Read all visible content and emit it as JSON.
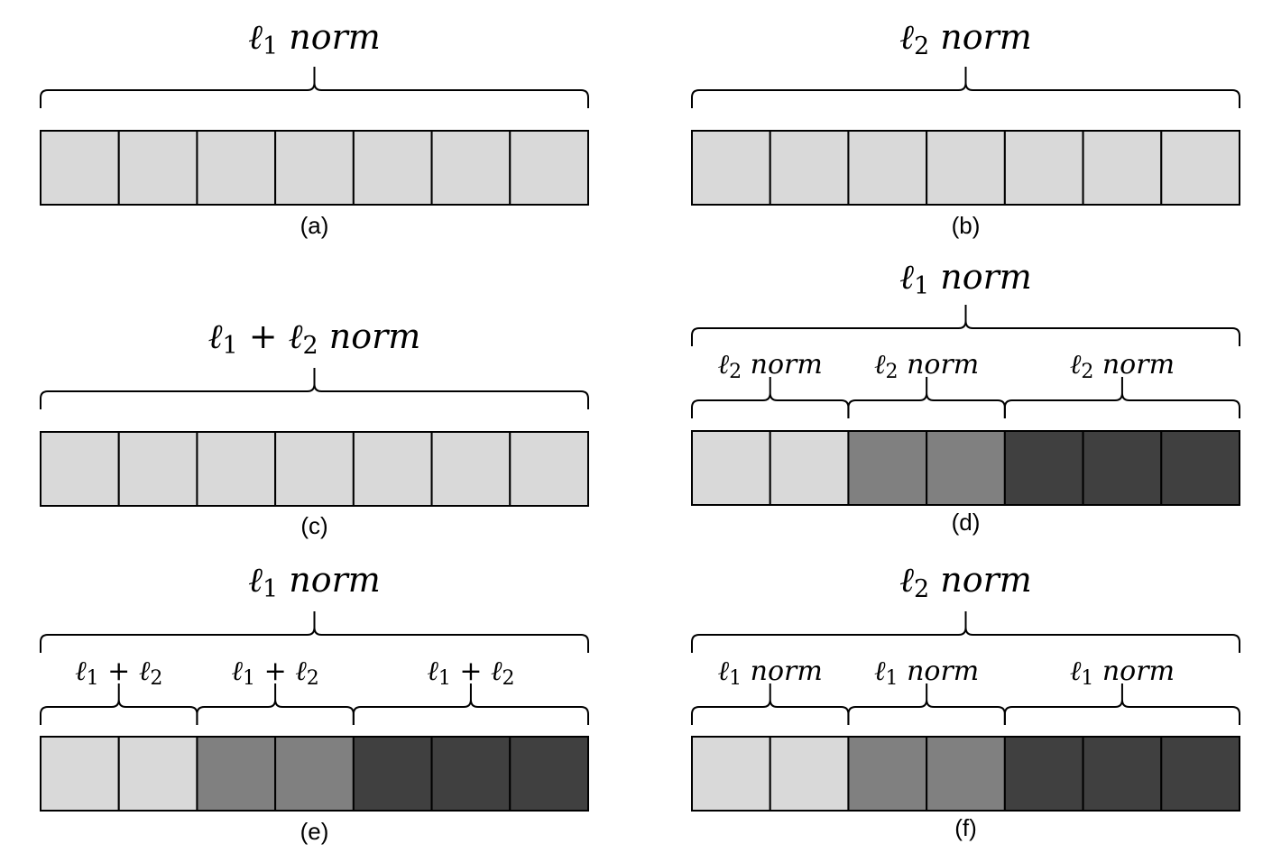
{
  "colors": {
    "light": "#d9d9d9",
    "medium": "#808080",
    "dark": "#404040"
  },
  "panels": [
    {
      "id": "a",
      "caption": "(a)",
      "top_label": "ℓ1 norm",
      "cells": [
        "light",
        "light",
        "light",
        "light",
        "light",
        "light",
        "light"
      ],
      "groups": []
    },
    {
      "id": "b",
      "caption": "(b)",
      "top_label": "ℓ2 norm",
      "cells": [
        "light",
        "light",
        "light",
        "light",
        "light",
        "light",
        "light"
      ],
      "groups": []
    },
    {
      "id": "c",
      "caption": "(c)",
      "top_label": "ℓ1 + ℓ2 norm",
      "cells": [
        "light",
        "light",
        "light",
        "light",
        "light",
        "light",
        "light"
      ],
      "groups": []
    },
    {
      "id": "d",
      "caption": "(d)",
      "top_label": "ℓ1 norm",
      "cells": [
        "light",
        "light",
        "medium",
        "medium",
        "dark",
        "dark",
        "dark"
      ],
      "groups": [
        {
          "label": "ℓ2 norm",
          "size": 2
        },
        {
          "label": "ℓ2 norm",
          "size": 2
        },
        {
          "label": "ℓ2 norm",
          "size": 3
        }
      ]
    },
    {
      "id": "e",
      "caption": "(e)",
      "top_label": "ℓ1 norm",
      "cells": [
        "light",
        "light",
        "medium",
        "medium",
        "dark",
        "dark",
        "dark"
      ],
      "groups": [
        {
          "label": "ℓ1 + ℓ2",
          "size": 2
        },
        {
          "label": "ℓ1 + ℓ2",
          "size": 2
        },
        {
          "label": "ℓ1 + ℓ2",
          "size": 3
        }
      ]
    },
    {
      "id": "f",
      "caption": "(f)",
      "top_label": "ℓ2 norm",
      "cells": [
        "light",
        "light",
        "medium",
        "medium",
        "dark",
        "dark",
        "dark"
      ],
      "groups": [
        {
          "label": "ℓ1 norm",
          "size": 2
        },
        {
          "label": "ℓ1 norm",
          "size": 2
        },
        {
          "label": "ℓ1 norm",
          "size": 3
        }
      ]
    }
  ]
}
